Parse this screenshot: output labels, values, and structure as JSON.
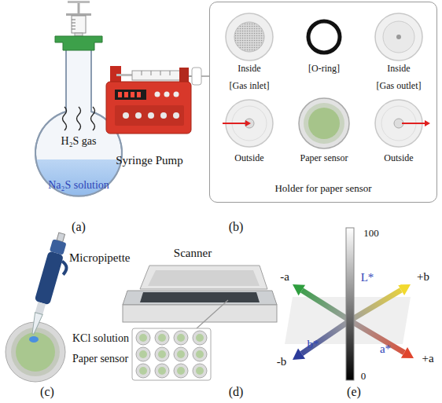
{
  "diagram": {
    "nodes": [
      {
        "text": [
          "Holder for paper sensor"
        ]
      },
      {
        "text": [
          "Inside"
        ],
        "in": 0
      },
      {
        "text": [
          "[O-ring]"
        ],
        "in": 0
      },
      {
        "text": [
          "Inside"
        ],
        "in": 0
      },
      {
        "text": [
          "[Gas inlet]",
          "Outside"
        ],
        "in": 0
      },
      {
        "text": [
          "Paper sensor"
        ],
        "in": 0
      },
      {
        "text": [
          "[Gas outlet]",
          "Outside"
        ],
        "in": 0
      }
    ],
    "labels": [
      "H₂S gas",
      "Na₂S solution",
      "(a)",
      "Syringe Pump",
      "(b)",
      "Micropipette",
      "KCl solution",
      "Paper sensor",
      "(c)",
      "Scanner",
      "(d)",
      "100",
      "L*",
      "-a",
      "+b",
      "-b",
      "+a",
      "b*",
      "a*",
      "0",
      "(e)"
    ]
  }
}
